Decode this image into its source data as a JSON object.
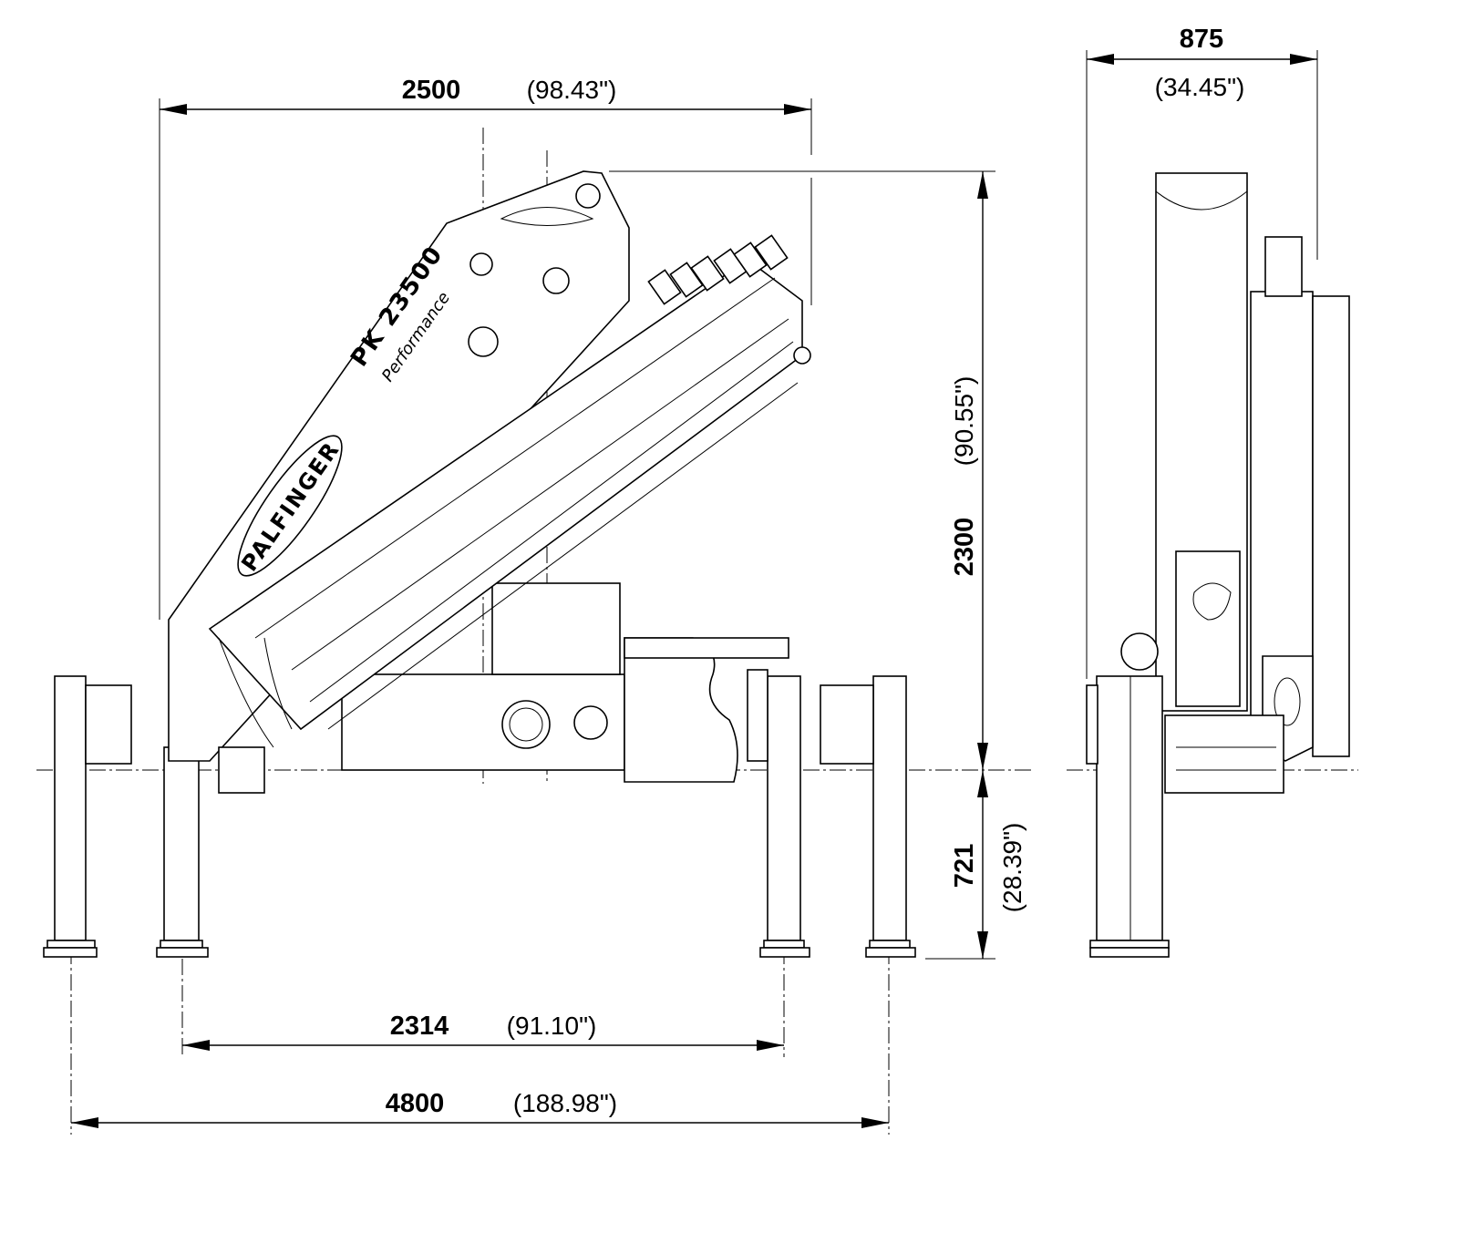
{
  "drawing": {
    "brand": "PALFINGER",
    "model": "PK 23500",
    "variant": "Performance"
  },
  "dimensions": {
    "overall_width": {
      "mm": "2500",
      "inch": "(98.43\")"
    },
    "side_width": {
      "mm": "875",
      "inch": "(34.45\")"
    },
    "height_above_mount": {
      "mm": "2300",
      "inch": "(90.55\")"
    },
    "height_below_mount": {
      "mm": "721",
      "inch": "(28.39\")"
    },
    "inner_outrigger_span": {
      "mm": "2314",
      "inch": "(91.10\")"
    },
    "outer_outrigger_span": {
      "mm": "4800",
      "inch": "(188.98\")"
    }
  }
}
